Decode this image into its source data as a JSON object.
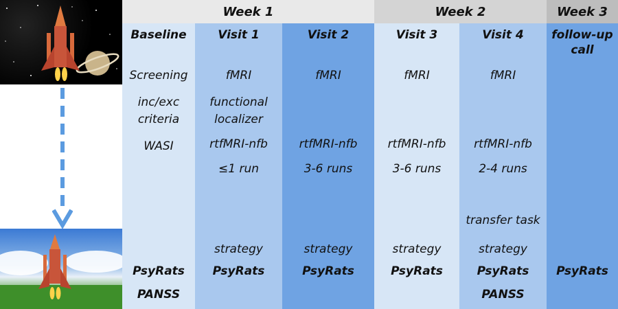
{
  "weeks": [
    {
      "label": "Week 1"
    },
    {
      "label": "Week 2"
    },
    {
      "label": "Week 3"
    }
  ],
  "columns": [
    {
      "label": "Baseline",
      "bg": "#d7e6f6",
      "items": [
        "Screening",
        "inc/exc",
        "criteria",
        "WASI",
        "PsyRats",
        "PANSS"
      ]
    },
    {
      "label": "Visit 1",
      "bg": "#a9c8ee",
      "items": [
        "fMRI",
        "functional",
        "localizer",
        "rtfMRI-nfb",
        "≤1 run",
        "strategy",
        "PsyRats"
      ]
    },
    {
      "label": "Visit 2",
      "bg": "#6fa3e3",
      "items": [
        "fMRI",
        "rtfMRI-nfb",
        "3-6 runs",
        "strategy",
        "PsyRats"
      ]
    },
    {
      "label": "Visit 3",
      "bg": "#d7e6f6",
      "items": [
        "fMRI",
        "rtfMRI-nfb",
        "3-6 runs",
        "strategy",
        "PsyRats"
      ]
    },
    {
      "label": "Visit 4",
      "bg": "#a9c8ee",
      "items": [
        "fMRI",
        "rtfMRI-nfb",
        "2-4 runs",
        "transfer task",
        "strategy",
        "PsyRats",
        "PANSS"
      ]
    },
    {
      "label": "follow-up call",
      "label_line1": "follow-up",
      "label_line2": "call",
      "bg": "#6fa3e3",
      "items": [
        "PsyRats"
      ]
    }
  ],
  "colors": {
    "week1_header": "#e9e9e9",
    "week2_header": "#d4d4d4",
    "week3_header": "#bdbdbd",
    "arrow": "#5b9be0"
  }
}
